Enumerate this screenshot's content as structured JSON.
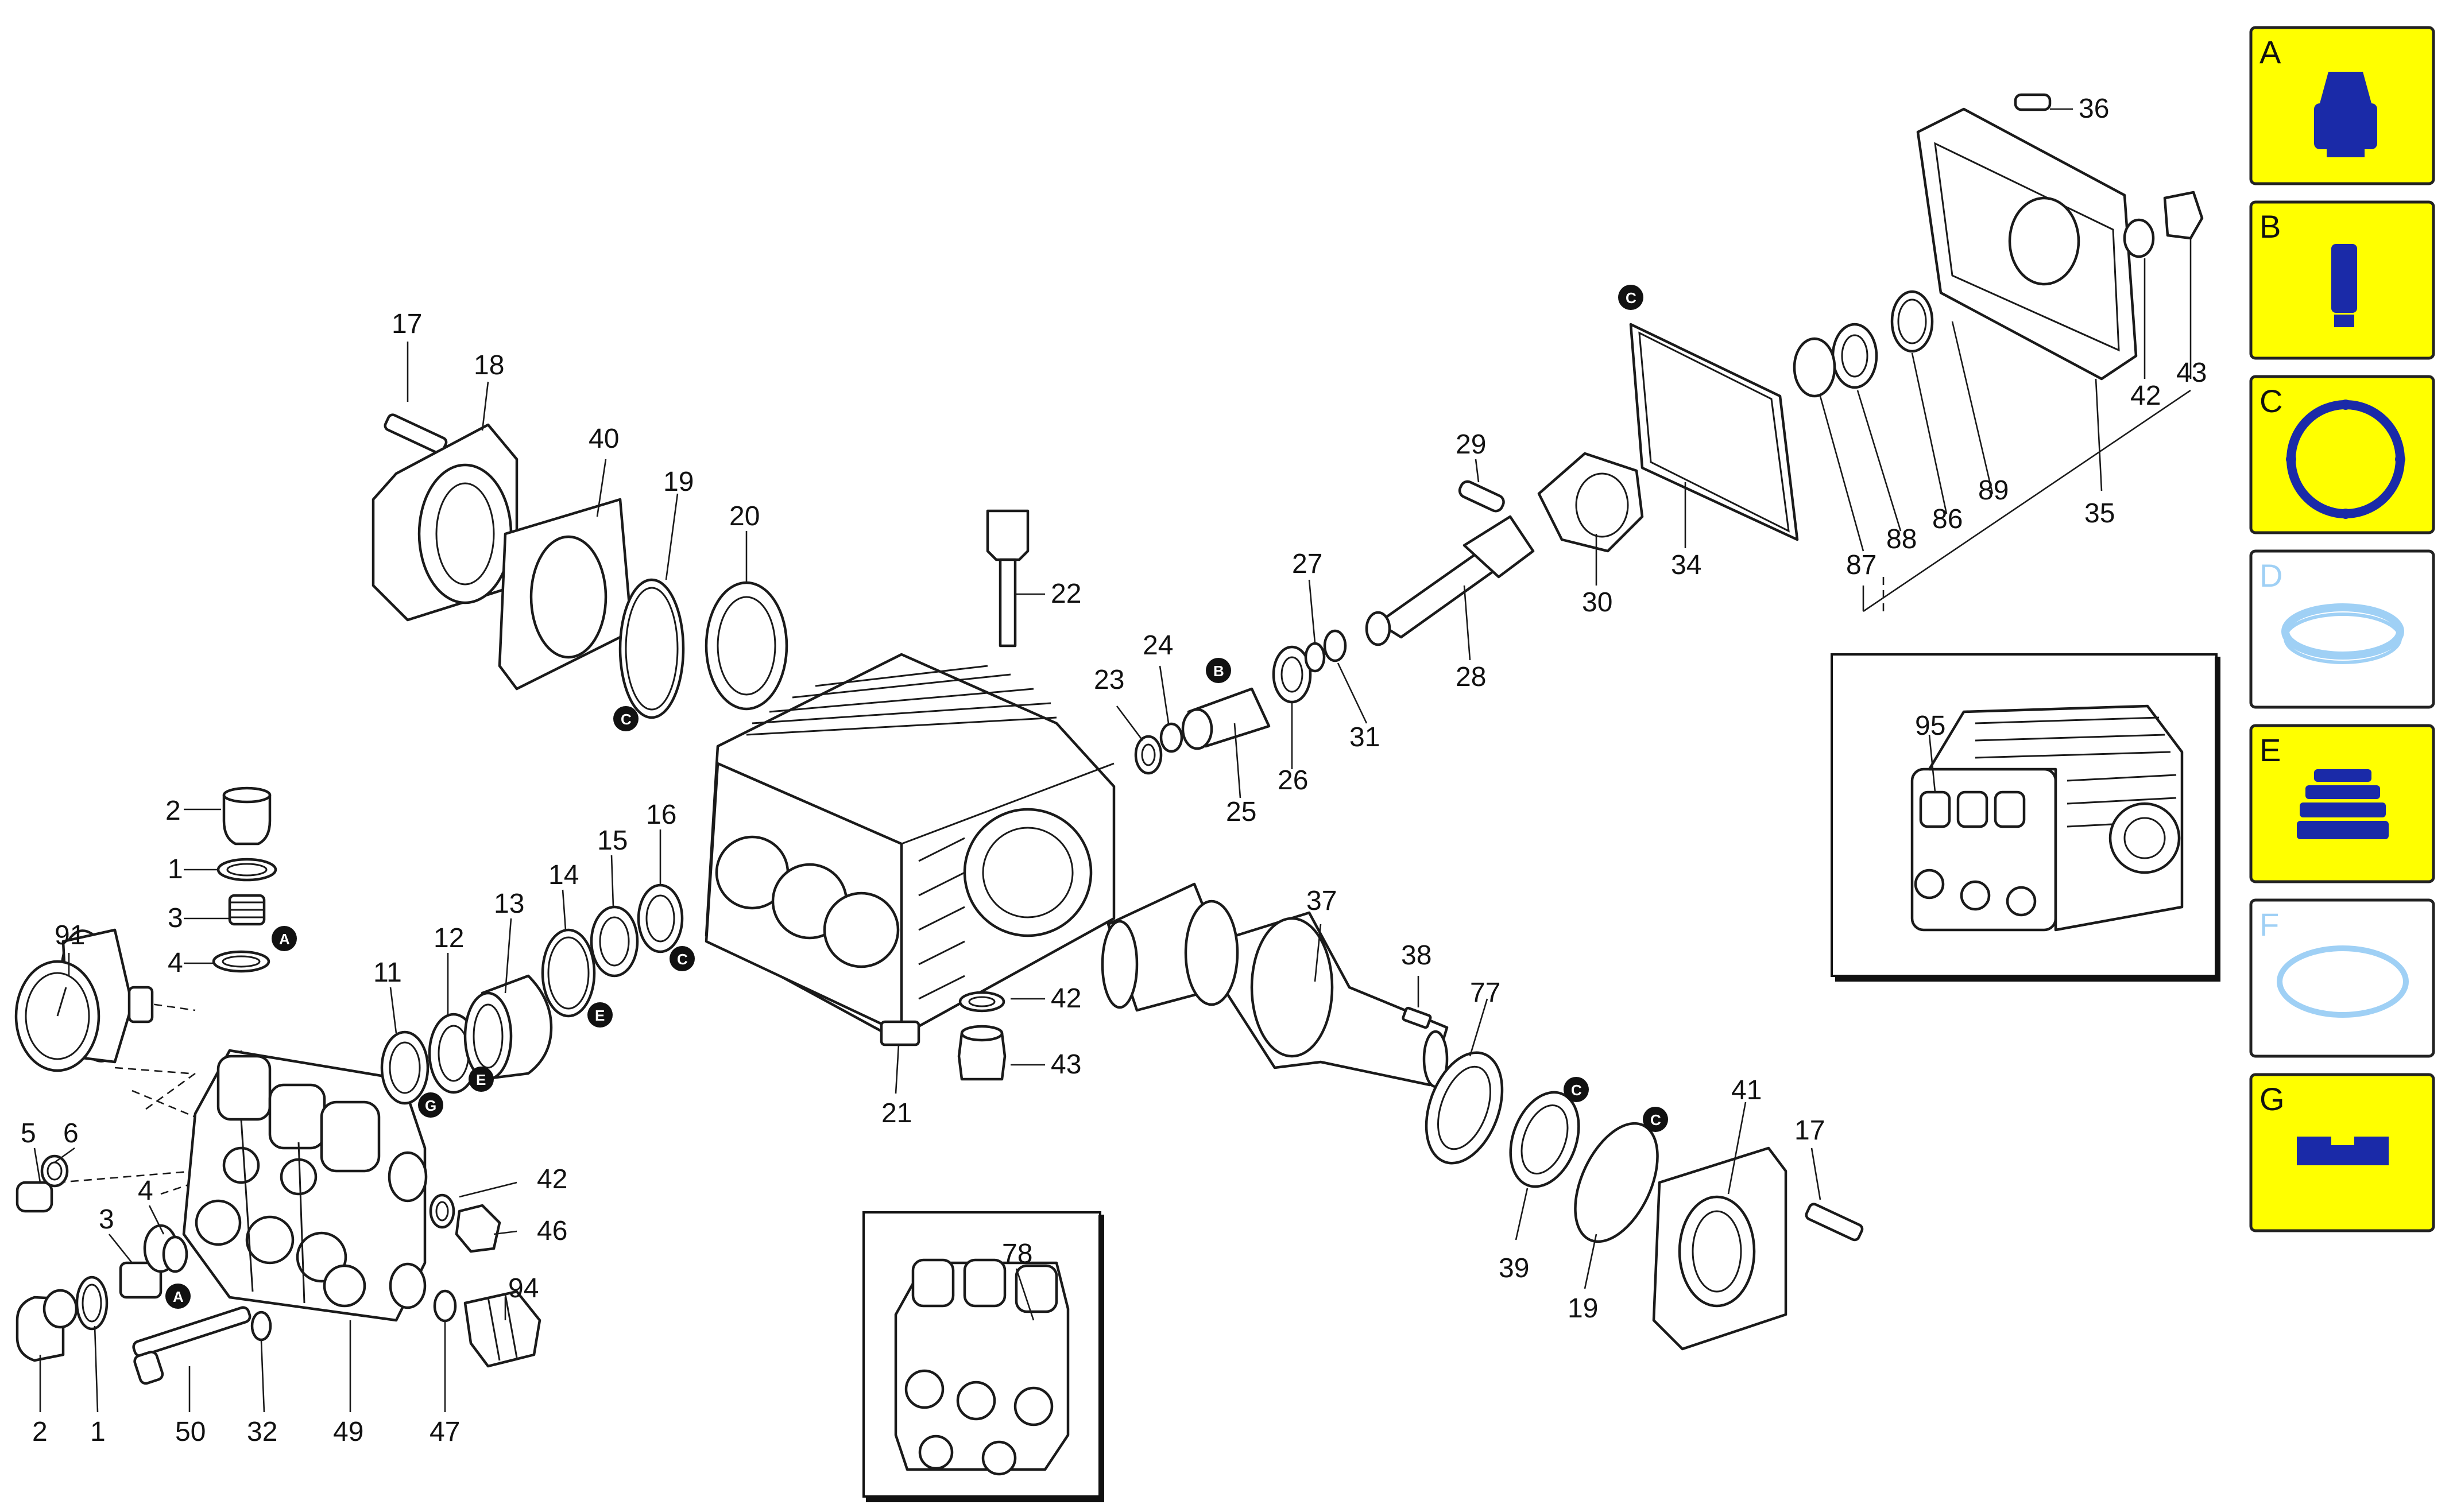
{
  "parts": [
    {
      "id": "2",
      "label": "2"
    },
    {
      "id": "1",
      "label": "1"
    },
    {
      "id": "3",
      "label": "3"
    },
    {
      "id": "4",
      "label": "4"
    },
    {
      "id": "91",
      "label": "91"
    },
    {
      "id": "5",
      "label": "5"
    },
    {
      "id": "6",
      "label": "6"
    },
    {
      "id": "3b",
      "label": "3"
    },
    {
      "id": "4b",
      "label": "4"
    },
    {
      "id": "2b",
      "label": "2"
    },
    {
      "id": "1b",
      "label": "1"
    },
    {
      "id": "50",
      "label": "50"
    },
    {
      "id": "32",
      "label": "32"
    },
    {
      "id": "49",
      "label": "49"
    },
    {
      "id": "47",
      "label": "47"
    },
    {
      "id": "94",
      "label": "94"
    },
    {
      "id": "42a",
      "label": "42"
    },
    {
      "id": "46",
      "label": "46"
    },
    {
      "id": "11",
      "label": "11"
    },
    {
      "id": "12",
      "label": "12"
    },
    {
      "id": "13",
      "label": "13"
    },
    {
      "id": "14",
      "label": "14"
    },
    {
      "id": "15",
      "label": "15"
    },
    {
      "id": "16",
      "label": "16"
    },
    {
      "id": "17a",
      "label": "17"
    },
    {
      "id": "18",
      "label": "18"
    },
    {
      "id": "40",
      "label": "40"
    },
    {
      "id": "19a",
      "label": "19"
    },
    {
      "id": "20",
      "label": "20"
    },
    {
      "id": "22",
      "label": "22"
    },
    {
      "id": "21",
      "label": "21"
    },
    {
      "id": "42b",
      "label": "42"
    },
    {
      "id": "43a",
      "label": "43"
    },
    {
      "id": "23",
      "label": "23"
    },
    {
      "id": "24",
      "label": "24"
    },
    {
      "id": "25",
      "label": "25"
    },
    {
      "id": "26",
      "label": "26"
    },
    {
      "id": "27",
      "label": "27"
    },
    {
      "id": "31",
      "label": "31"
    },
    {
      "id": "28",
      "label": "28"
    },
    {
      "id": "29",
      "label": "29"
    },
    {
      "id": "30",
      "label": "30"
    },
    {
      "id": "34",
      "label": "34"
    },
    {
      "id": "36",
      "label": "36"
    },
    {
      "id": "42c",
      "label": "42"
    },
    {
      "id": "43b",
      "label": "43"
    },
    {
      "id": "87",
      "label": "87"
    },
    {
      "id": "88",
      "label": "88"
    },
    {
      "id": "86",
      "label": "86"
    },
    {
      "id": "89",
      "label": "89"
    },
    {
      "id": "35",
      "label": "35"
    },
    {
      "id": "37",
      "label": "37"
    },
    {
      "id": "38",
      "label": "38"
    },
    {
      "id": "77",
      "label": "77"
    },
    {
      "id": "39",
      "label": "39"
    },
    {
      "id": "19b",
      "label": "19"
    },
    {
      "id": "41",
      "label": "41"
    },
    {
      "id": "17b",
      "label": "17"
    },
    {
      "id": "95",
      "label": "95"
    },
    {
      "id": "78",
      "label": "78"
    }
  ],
  "kit_tags": [
    "A",
    "A",
    "G",
    "E",
    "E",
    "C",
    "B",
    "C",
    "C",
    "C",
    "C"
  ],
  "kits": [
    {
      "letter": "A",
      "icon": "valve-icon",
      "color": "#ffff00",
      "available": true
    },
    {
      "letter": "B",
      "icon": "piston-icon",
      "color": "#ffff00",
      "available": true
    },
    {
      "letter": "C",
      "icon": "oring-kit-icon",
      "color": "#ffff00",
      "available": true
    },
    {
      "letter": "D",
      "icon": "seal-ring-icon",
      "color": "#ffffff",
      "available": false
    },
    {
      "letter": "E",
      "icon": "seal-packing-icon",
      "color": "#ffff00",
      "available": true
    },
    {
      "letter": "F",
      "icon": "oring-icon",
      "color": "#ffffff",
      "available": false
    },
    {
      "letter": "G",
      "icon": "retainer-icon",
      "color": "#ffff00",
      "available": true
    }
  ],
  "colors": {
    "kit_fill": "#ffff00",
    "kit_disabled": "#ffffff",
    "icon_blue": "#1a2aa8",
    "icon_light": "#9fd0f5"
  }
}
